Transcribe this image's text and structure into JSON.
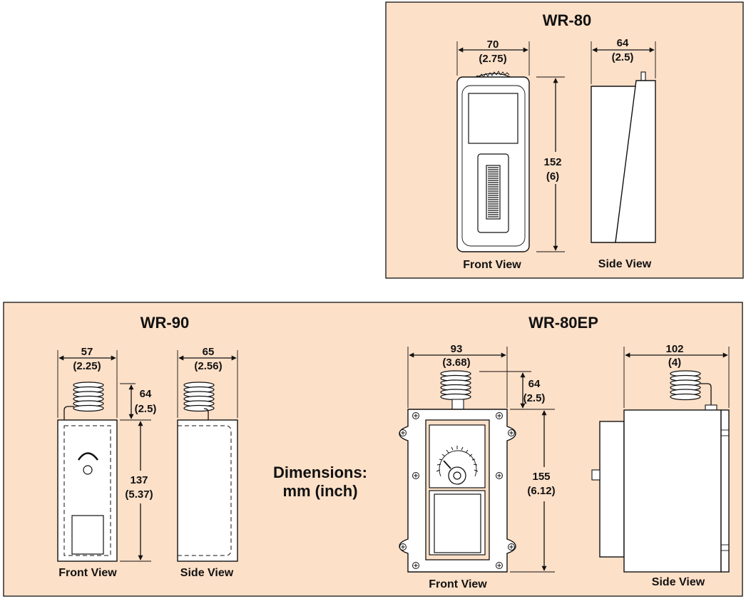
{
  "colors": {
    "panel_bg": "#fde0c8",
    "line": "#111111",
    "device": "#ffffff"
  },
  "icons": [
    "arrowhead-icon",
    "screw-hole-icon",
    "coil-sensor-icon"
  ],
  "caption": {
    "line1": "Dimensions:",
    "line2": "mm (inch)"
  },
  "wr80": {
    "title": "WR-80",
    "front": {
      "caption": "Front View",
      "width_mm": "70",
      "width_in": "(2.75)",
      "height_mm": "152",
      "height_in": "(6)"
    },
    "side": {
      "caption": "Side View",
      "depth_mm": "64",
      "depth_in": "(2.5)"
    }
  },
  "wr90": {
    "title": "WR-90",
    "front": {
      "caption": "Front View",
      "width_mm": "57",
      "width_in": "(2.25)",
      "coil_mm": "64",
      "coil_in": "(2.5)",
      "height_mm": "137",
      "height_in": "(5.37)"
    },
    "side": {
      "caption": "Side View",
      "depth_mm": "65",
      "depth_in": "(2.56)"
    }
  },
  "wr80ep": {
    "title": "WR-80EP",
    "front": {
      "caption": "Front View",
      "width_mm": "93",
      "width_in": "(3.68)",
      "coil_mm": "64",
      "coil_in": "(2.5)",
      "height_mm": "155",
      "height_in": "(6.12)"
    },
    "side": {
      "caption": "Side View",
      "depth_mm": "102",
      "depth_in": "(4)"
    }
  }
}
